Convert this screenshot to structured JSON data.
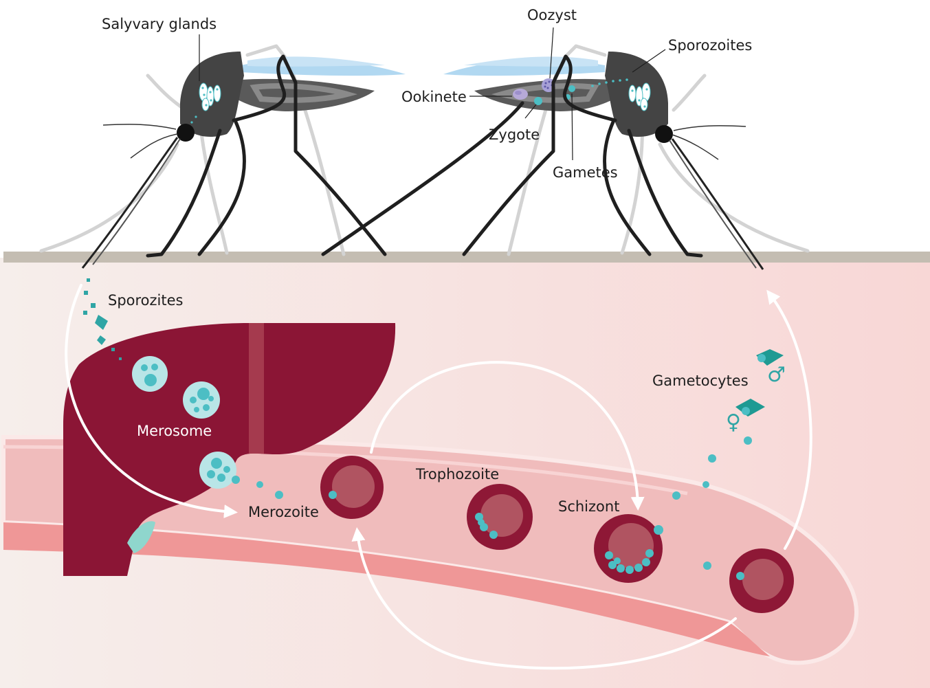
{
  "labels": {
    "salivary_glands": "Salyvary glands",
    "oozyst": "Oozyst",
    "sporozoites_top": "Sporozoites",
    "ookinete": "Ookinete",
    "zygote": "Zygote",
    "gametes": "Gametes",
    "sporozites_bottom": "Sporozites",
    "merosome": "Merosome",
    "merozoite": "Merozoite",
    "trophozoite": "Trophozoite",
    "schizont": "Schizont",
    "gametocytes": "Gametocytes",
    "male_symbol": "♂",
    "female_symbol": "♀"
  },
  "colors": {
    "liver": "#8b1535",
    "skin_surface": "#c4bdb2",
    "vessel": "#f2b6b8",
    "vessel_wall": "#ef9797",
    "blood_cell": "#8e1836",
    "blood_cell_inner": "#b05461",
    "parasite": "#4cbec4",
    "mosquito_body": "#4a4a4a",
    "mosquito_leg": "#222222",
    "wing": "#a9d4ef",
    "arrow": "#ffffff"
  }
}
